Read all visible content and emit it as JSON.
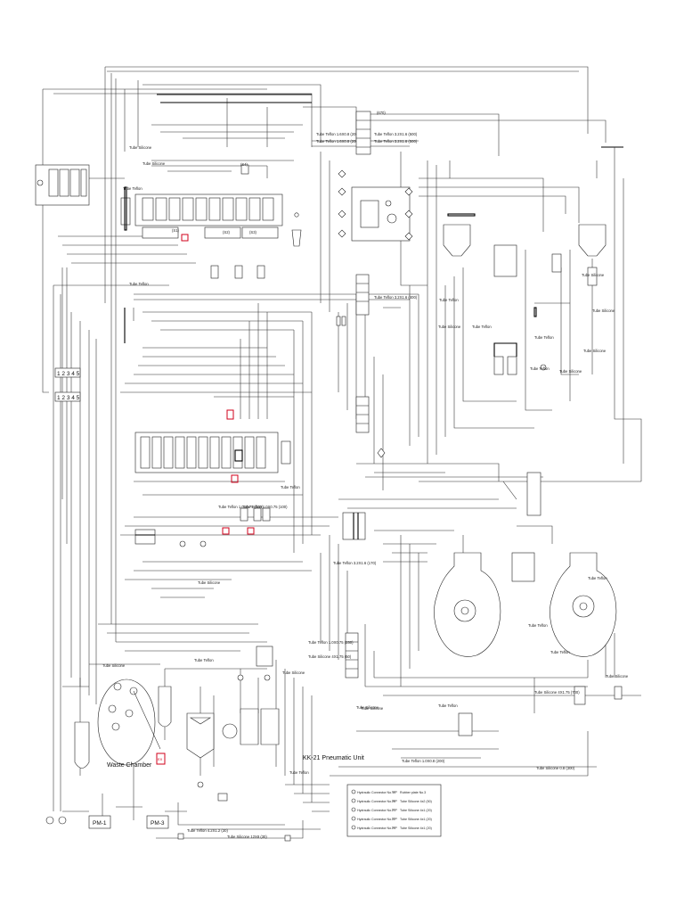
{
  "diagram": {
    "top_labels": {
      "tube_silicone_a": "Tube Silicone",
      "tube_silicone_b": "Tube Silicone",
      "tube_teflon_a": "Tube Teflon",
      "teflon_top_1": "Tube Teflon 1.6X0.8 (200)",
      "teflon_top_2": "Tube Teflon 1.6X0.8 (200)",
      "teflon_top_3": "Tube Teflon 3.2X1.6 (500)",
      "teflon_top_4": "Tube Teflon 3.2X1.6 (500)",
      "len_670": "(670)",
      "valve_s1": "(S1)",
      "valve_s2": "(S2)",
      "valve_s3": "(S3)",
      "valve_s4": "(S4)"
    },
    "mid_labels": {
      "teflon_mid": "Tube Teflon 3.2X1.6 (400)",
      "teflon_right_a": "Tube Teflon",
      "teflon_right_b": "Tube Teflon",
      "silicone_right_a": "Tube Silicone",
      "silicone_right_b": "Tube Silicone",
      "silicone_right_c": "Tube Silicone",
      "silicone_right_d": "Tube Silicone",
      "teflon_right_c": "Tube Teflon",
      "teflon_right_d": "Tube Teflon",
      "silicone_mid_e": "Tube Silicone"
    },
    "left_boxes": {
      "box_a": "1 2 3 4 5",
      "box_b": "1 2 3 4 5"
    },
    "center_labels": {
      "teflon_c1": "Tube Teflon",
      "teflon_c2": "Tube Teflon 1.0X0.75 (100)",
      "teflon_c3": "Tube Teflon 1.0X0.75 (100)",
      "teflon_c4": "Tube Teflon",
      "teflon_c5": "Tube Teflon 3.2X1.6 (170)",
      "silicone_c6": "Tube Silicone",
      "teflon_c7": "Tube Teflon 1.0X0.75 (150)",
      "teflon_c8": "Tube Silicone 4X1.75 (50)",
      "silicone_c9": "Tube Silicone",
      "teflon_c10": "Tube Teflon",
      "silicone_c11": "Tube Silicone"
    },
    "right_labels": {
      "teflon_r1": "Tube Teflon",
      "teflon_r2": "Tube Teflon",
      "teflon_r3": "Tube Teflon",
      "silicone_r4": "Tube Silicone",
      "silicone_r5": "Tube Silicone 4X1.75 (700)",
      "teflon_r6": "Tube Teflon",
      "silicone_r7": "Tube Silicone",
      "teflon_r8": "Tube Teflon 1.0X0.8 (200)",
      "silicone_r9": "Tube Silicone 0.8 (300)"
    },
    "bottom_labels": {
      "silicone_b1": "Tube Silicone",
      "waste": "Waste Chamber",
      "pumps": "KK-21 Pneumatic Unit",
      "teflon_b2": "Tube Teflon",
      "pm1": "PM-1",
      "pm3": "PM-3",
      "teflon_b3": "Tube Teflon 4.2X1.2 (30)",
      "silicone_b4": "Tube Silicone 12X8 (30)",
      "red_tag": "EX"
    },
    "legend": {
      "items": [
        {
          "left": "Hydraulic Connector No.14",
          "right": "Rubber plate No.3"
        },
        {
          "left": "Hydraulic Connector No.26",
          "right": "Tube Silicone 4x2 (50)"
        },
        {
          "left": "Hydraulic Connector No.21",
          "right": "Tube Silicone 4x1 (20)"
        },
        {
          "left": "Hydraulic Connector No.22",
          "right": "Tube Silicone 4x1 (20)"
        },
        {
          "left": "Hydraulic Connector No.24",
          "right": "Tube Silicone 4x1 (20)"
        }
      ]
    }
  }
}
